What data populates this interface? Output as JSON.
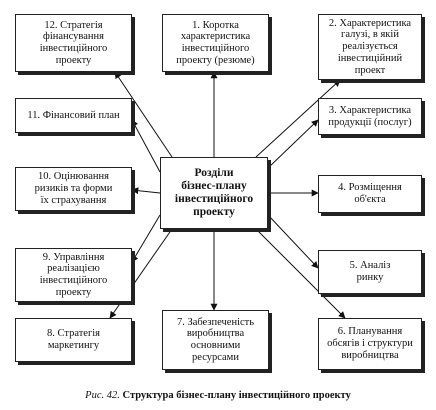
{
  "center": "Розділи\nбізнес-плану\nінвестиційного\nпроекту",
  "sections": [
    {
      "id": "s1",
      "label": "1. Коротка\nхарактеристика\nінвестиційного\nпроекту (резюме)"
    },
    {
      "id": "s2",
      "label": "2. Характеристика\nгалузі, в якій\nреалізується\nінвестиційний\nпроект"
    },
    {
      "id": "s3",
      "label": "3. Характеристика\nпродукції (послуг)"
    },
    {
      "id": "s4",
      "label": "4. Розміщення\nоб'єкта"
    },
    {
      "id": "s5",
      "label": "5. Аналіз\nринку"
    },
    {
      "id": "s6",
      "label": "6. Планування\nобсягів і структури\nвиробництва"
    },
    {
      "id": "s7",
      "label": "7. Забезпеченість\nвиробництва\nосновними\nресурсами"
    },
    {
      "id": "s8",
      "label": "8. Стратегія\nмаркетингу"
    },
    {
      "id": "s9",
      "label": "9. Управління\nреалізацією\nінвестиційного\nпроекту"
    },
    {
      "id": "s10",
      "label": "10. Оцінювання\nризиків та форми\nїх страхування"
    },
    {
      "id": "s11",
      "label": "11. Фінансовий план"
    },
    {
      "id": "s12",
      "label": "12. Стратегія\nфінансування\nінвестиційного\nпроекту"
    }
  ],
  "caption": {
    "figure_ref": "Рис. 42.",
    "title": "Структура бізнес-плану інвестиційного проекту"
  }
}
